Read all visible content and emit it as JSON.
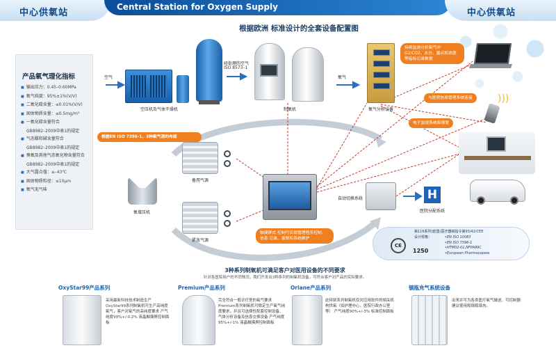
{
  "header": {
    "left_title": "中心供氧站",
    "banner": "Central Station for Oxygen Supply",
    "right_title": "中心供氧站"
  },
  "main_title": "根据欧洲 标准设计的全套设备配置图",
  "spec": {
    "title": "产品氧气理化指标",
    "items": [
      {
        "text": "输出压力：0.45–0.60MPa",
        "bullet": true
      },
      {
        "text": "氧气纯度：95%±1%(V/V)",
        "bullet": true
      },
      {
        "text": "二氧化碳含量：≤0.01%(V/V)",
        "bullet": true
      },
      {
        "text": "固体物质含量：≤0.5mg/m³",
        "bullet": true
      },
      {
        "text": "一氧化碳含量符合",
        "bullet": true
      },
      {
        "text": "GB8982–2009中表1的规定",
        "bullet": false
      },
      {
        "text": "气态酸和碱含量符合",
        "bullet": true
      },
      {
        "text": "GB8982–2009中表1的规定",
        "bullet": false
      },
      {
        "text": "臭氧及其他气态氧化物含量符合",
        "bullet": true
      },
      {
        "text": "GB8982–2009中表1的规定",
        "bullet": false
      },
      {
        "text": "大气露点值：≤–43℃",
        "bullet": true
      },
      {
        "text": "固体物质粒径：≤10μm",
        "bullet": true
      },
      {
        "text": "氧气无气味",
        "bullet": true
      }
    ]
  },
  "labels": {
    "air_in": "空气",
    "compressor": "空压机及气体干燥机",
    "treated_air": "经处理的空气",
    "iso": "ISO 8573–1",
    "generator": "制氧机",
    "oxygen": "氧气",
    "analyzer": "氧气分析设备",
    "backup_source": "备用气源",
    "emergency_source": "紧急气源",
    "booster": "氧增压机",
    "auto_switch": "自动切换系统",
    "hospital_dist": "医院分配系统",
    "hospital_icon": "H"
  },
  "notes": {
    "analyzer_note": "持续监测分析氧气中O2/CO2、水分、露点和浓度等指标记录数据",
    "hospital_link": "与医院信息管理系统连接",
    "phone_alarm": "电子监视系统和报警",
    "iso_note": "根据EN ISO 7396-1，3种氧气源的布局",
    "controller_note": "触摸屏式 控制可实现管理程序控制、信息 记录、报警和系统维护"
  },
  "cert": {
    "directive": "第116系列(欧盟)医疗器械指令第93/42/CEE",
    "sub": "设计规格：",
    "ce_mark": "CE",
    "ce_number": "1250",
    "standards": [
      "EN ISO 10083",
      "EN ISO 7396-1",
      "HTM02-01,NFPA99C",
      "European Pharmacopeia"
    ]
  },
  "series": {
    "title": "3种系列制氧机可满足客户对医用设备的不同要求",
    "desc": "针对各医院用户的不同情况，我们开发出3种系列的制氧机设备，可符合客户对产品的实际要求。"
  },
  "products": [
    {
      "name": "OxyStar99产品系列",
      "text": "采用最新科技技术制造生产 OxyStar99系列制氧机可生产高纯度氧气，客户对氧气的高纯度要求 产气纯度99%+/-0.2% 液晶触摸屏控制面板"
    },
    {
      "name": "Premium产品系列",
      "text": "完全符合一般诊疗室的氧气要求 Premium系列制氧机可稳定生产氧气纯度要求，并且可选择性配套控制设备、气体分析设备及信息交换设备 产气纯度95%+/-1% 液晶触摸屏控制面板"
    },
    {
      "name": "Orlane产品系列",
      "text": "此特别系列制氧机仅对应用软件的相关机构供氧（如护理中心，医院行政办公室等） 产气纯度90%+/-3% 标准控制面板"
    },
    {
      "name": "钢瓶充气系统设备",
      "text": "出来并可为各类医疗氧气输送，可控制器建议使用和钢瓶填充。"
    }
  ],
  "colors": {
    "brand_blue": "#1e63b0",
    "accent_orange": "#f0801f",
    "dashed_red": "#c0392b"
  }
}
